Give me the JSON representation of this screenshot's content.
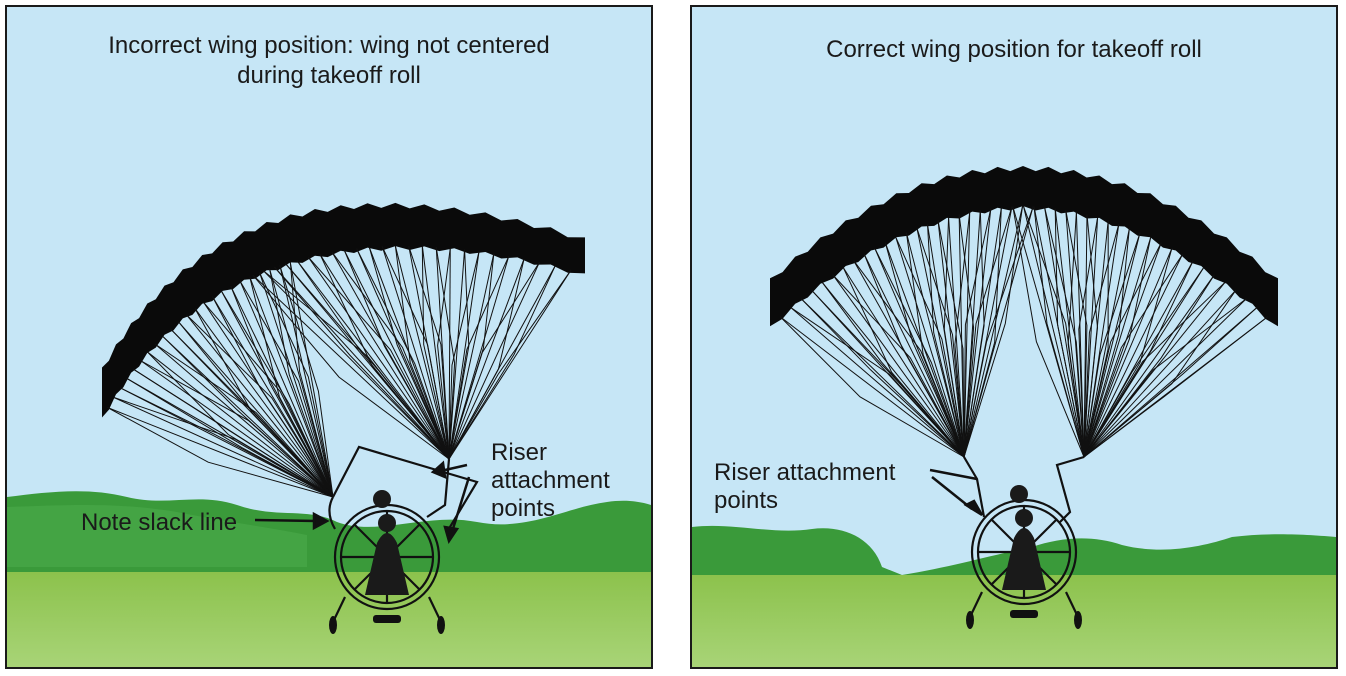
{
  "panels": {
    "left": {
      "title": "Incorrect wing position:  wing not centered\nduring takeoff roll",
      "label_riser": "Riser\nattachment\npoints",
      "label_slack": "Note slack line"
    },
    "right": {
      "title": "Correct wing position for takeoff roll",
      "label_riser": "Riser attachment\npoints"
    }
  },
  "colors": {
    "sky": "#c6e6f6",
    "hills": "#3a9a3a",
    "grass": "#9ccc5c",
    "wing": "#0a0a0a",
    "lines": "#111111"
  }
}
